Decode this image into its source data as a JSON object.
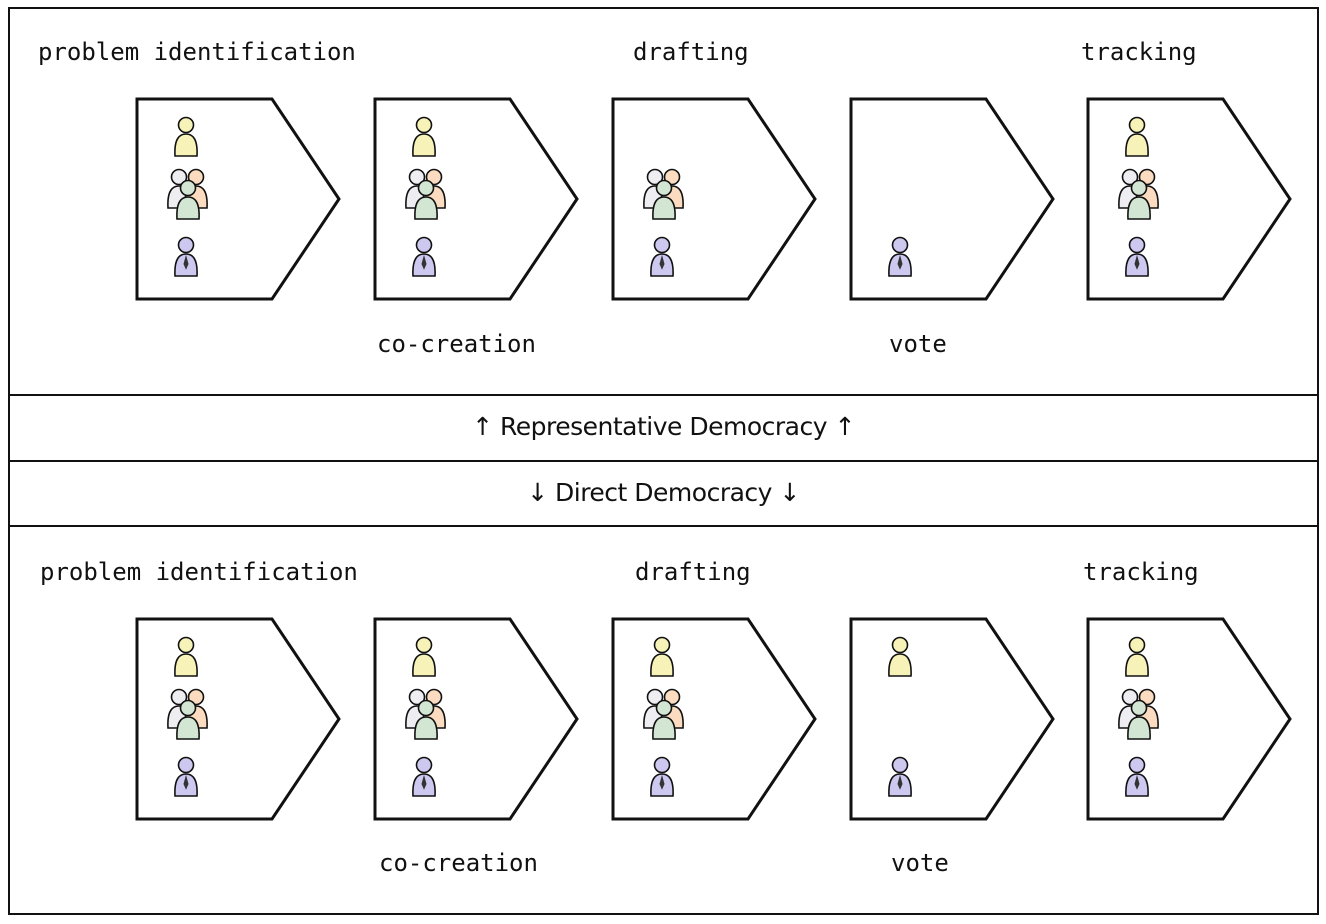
{
  "upper_section": {
    "top_labels": [
      "problem identification",
      "drafting",
      "tracking"
    ],
    "bottom_labels": [
      "co-creation",
      "vote"
    ],
    "stages": [
      {
        "actors": [
          "citizen-icon",
          "community-group-icon",
          "representative-icon"
        ]
      },
      {
        "actors": [
          "citizen-icon",
          "community-group-icon",
          "representative-icon"
        ]
      },
      {
        "actors": [
          "community-group-icon",
          "representative-icon"
        ]
      },
      {
        "actors": [
          "representative-icon"
        ]
      },
      {
        "actors": [
          "citizen-icon",
          "community-group-icon",
          "representative-icon"
        ]
      }
    ]
  },
  "band_upper": "↑ Representative Democracy ↑",
  "band_lower": "↓ Direct Democracy ↓",
  "lower_section": {
    "top_labels": [
      "problem identification",
      "drafting",
      "tracking"
    ],
    "bottom_labels": [
      "co-creation",
      "vote"
    ],
    "stages": [
      {
        "actors": [
          "citizen-icon",
          "community-group-icon",
          "representative-icon"
        ]
      },
      {
        "actors": [
          "citizen-icon",
          "community-group-icon",
          "representative-icon"
        ]
      },
      {
        "actors": [
          "citizen-icon",
          "community-group-icon",
          "representative-icon"
        ]
      },
      {
        "actors": [
          "citizen-icon",
          "representative-icon"
        ]
      },
      {
        "actors": [
          "citizen-icon",
          "community-group-icon",
          "representative-icon"
        ]
      }
    ]
  },
  "colors": {
    "citizen": "#f7f3b8",
    "group_back_left": "#eeeef2",
    "group_back_right": "#fbdcc0",
    "group_front": "#d3e5d3",
    "representative": "#cdc8ef",
    "outline": "#111111"
  }
}
